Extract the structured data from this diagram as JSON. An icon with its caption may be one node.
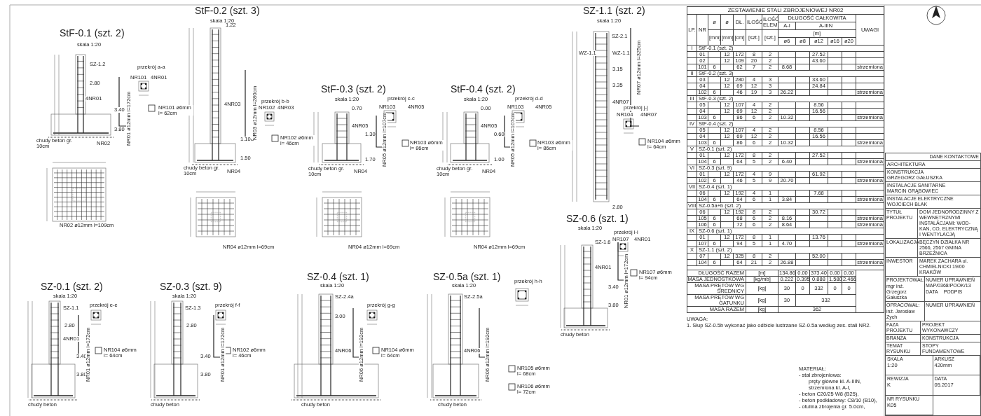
{
  "diagram": {
    "labels": [
      "StF-0.1 (szt. 2)",
      "skala 1:20",
      "SZ-1.2",
      "2.80",
      "4NR01",
      "3.40",
      "3.80",
      "NR02",
      "chudy beton gr. 10cm",
      "przekrój a-a",
      "NR101",
      "4NR01",
      "NR101 ø6mm l= 62cm",
      "NR01 ø12mm l=172cm",
      "NR02 ø12mm l=109cm",
      "StF-0.2 (szt. 3)",
      "skala 1:20",
      "1.22",
      "4NR03",
      "1.10",
      "1.50",
      "NR04",
      "chudy beton gr. 10cm",
      "przekrój b-b",
      "NR102",
      "4NR03",
      "NR102 ø6mm l= 46cm",
      "NR03 ø12mm l=280cm",
      "NR04 ø12mm l=69cm",
      "StF-0.3 (szt. 2)",
      "skala 1:20",
      "0.70",
      "4NR05",
      "1.30",
      "1.70",
      "NR04",
      "chudy beton gr. 10cm",
      "przekrój c-c",
      "NR103",
      "4NR05",
      "NR103 ø6mm l= 86cm",
      "NR05 ø12mm l=107cm",
      "NR04 ø12mm l=69cm",
      "StF-0.4 (szt. 2)",
      "skala 1:20",
      "0.00",
      "4NR05",
      "0.60",
      "1.00",
      "NR04",
      "chudy beton gr. 10cm",
      "przekrój d-d",
      "NR103",
      "4NR05",
      "NR103 ø6mm l= 86cm",
      "NR05 ø12mm l=107cm",
      "NR04 ø12mm l=69cm",
      "SZ-1.1 (szt. 2)",
      "skala 1:20",
      "SZ-2.1",
      "WZ-1.1",
      "WZ-1.1",
      "3.15",
      "3.35",
      "4NR07",
      "2.80",
      "NR07 ø12mm l=325cm",
      "przekrój j-j",
      "NR104",
      "4NR07",
      "NR104 ø6mm l= 64cm",
      "SZ-0.6 (szt. 1)",
      "skala 1:20",
      "SZ-1.6",
      "4NR01",
      "3.40",
      "3.80",
      "chudy beton",
      "przekrój i-i",
      "NR107",
      "4NR01",
      "NR107 ø6mm l= 94cm",
      "NR01 ø12mm l=172cm",
      "SZ-0.1 (szt. 2)",
      "skala 1:20",
      "SZ-1.1",
      "2.80",
      "4NR01",
      "3.40",
      "3.80",
      "chudy beton",
      "przekrój e-e",
      "NR104 ø6mm l= 64cm",
      "NR01 ø12mm l=172cm",
      "SZ-0.3 (szt. 9)",
      "skala 1:20",
      "SZ-1.3",
      "2.80",
      "3.40",
      "3.80",
      "chudy beton",
      "przekrój f-f",
      "NR102 ø6mm l= 46cm",
      "NR01 ø12mm l=172cm",
      "SZ-0.4 (szt. 1)",
      "skala 1:20",
      "SZ-2.4a",
      "3.00",
      "4NR06",
      "przekrój g-g",
      "NR104 ø6mm l= 64cm",
      "NR06 ø12mm l=192cm",
      "chudy beton",
      "SZ-0.5a (szt. 1)",
      "skala 1:20",
      "SZ-2.5a",
      "4NR06",
      "przekrój h-h",
      "NR105 ø6mm l= 68cm",
      "NR106 ø6mm l= 72cm",
      "NR06 ø12mm l=192cm",
      "chudy beton",
      "ZESTAWIENIE STALI ZBROJENIOWEJ NR02",
      "LP.",
      "NR",
      "ø",
      "ø",
      "DŁ.",
      "ILOŚĆ",
      "ILOŚĆ ELEM.",
      "DŁUGOŚĆ CAŁKOWITA",
      "UWAGI",
      "A-I",
      "A-IIIN",
      "[mm]",
      "[mm]",
      "[cm]",
      "[szt.]",
      "[szt.]",
      "[m]",
      "ø6",
      "ø8",
      "ø12",
      "ø16",
      "ø20",
      "I",
      "StF-0.1 (szt. 2)",
      "01",
      "12",
      "172",
      "8",
      "2",
      "27.52",
      "02",
      "12",
      "109",
      "20",
      "2",
      "43.60",
      "101",
      "6",
      "62",
      "7",
      "2",
      "8.68",
      "strzemiona",
      "II",
      "StF-0.2 (szt. 3)",
      "03",
      "12",
      "280",
      "4",
      "3",
      "33.60",
      "04",
      "12",
      "69",
      "12",
      "3",
      "24.84",
      "102",
      "6",
      "46",
      "19",
      "3",
      "26.22",
      "strzemiona",
      "III",
      "StF-0.3 (szt. 2)",
      "05",
      "12",
      "107",
      "4",
      "2",
      "8.56",
      "04",
      "12",
      "69",
      "12",
      "2",
      "16.56",
      "103",
      "6",
      "86",
      "6",
      "2",
      "10.32",
      "strzemiona",
      "IV",
      "StF-0.4 (szt. 2)",
      "05",
      "12",
      "107",
      "4",
      "2",
      "8.56",
      "04",
      "12",
      "69",
      "12",
      "2",
      "16.56",
      "103",
      "6",
      "86",
      "6",
      "2",
      "10.32",
      "strzemiona",
      "V",
      "SZ-0.1 (szt. 2)",
      "01",
      "12",
      "172",
      "8",
      "2",
      "27.52",
      "104",
      "6",
      "64",
      "5",
      "2",
      "6.40",
      "strzemiona",
      "VI",
      "SZ-0.3 (szt. 9)",
      "01",
      "12",
      "172",
      "4",
      "9",
      "61.92",
      "102",
      "6",
      "46",
      "5",
      "9",
      "20.70",
      "strzemiona",
      "VII",
      "SZ-0.4 (szt. 1)",
      "06",
      "12",
      "192",
      "4",
      "1",
      "7.68",
      "104",
      "6",
      "64",
      "6",
      "1",
      "3.84",
      "strzemiona",
      "VIII",
      "SZ-0.5a+b (szt. 2)",
      "06",
      "12",
      "192",
      "8",
      "2",
      "30.72",
      "105",
      "6",
      "68",
      "6",
      "2",
      "8.16",
      "strzemiona",
      "106",
      "6",
      "72",
      "6",
      "2",
      "8.64",
      "strzemiona",
      "IX",
      "SZ-0.6 (szt. 1)",
      "01",
      "12",
      "172",
      "8",
      "1",
      "13.76",
      "107",
      "6",
      "94",
      "5",
      "1",
      "4.70",
      "strzemiona",
      "X",
      "SZ-1.1 (szt. 2)",
      "07",
      "12",
      "325",
      "8",
      "2",
      "52.00",
      "104",
      "6",
      "64",
      "21",
      "2",
      "26.88",
      "strzemiona",
      "DŁUGOŚĆ RAZEM",
      "[m]",
      "134.86",
      "0.00",
      "373.40",
      "0.00",
      "0.00",
      "MASA JEDNOSTKOWA",
      "[kg/mb]",
      "0.222",
      "0.395",
      "0.888",
      "1.580",
      "2.466",
      "MASA PRĘTÓW WG ŚREDNICY",
      "[kg]",
      "30",
      "0",
      "332",
      "0",
      "0",
      "MASA PRĘTÓW WG GATUNKU",
      "[kg]",
      "30",
      "332",
      "MASA RAZEM",
      "[kg]",
      "362",
      "UWAGA:",
      "1. Słup SZ-0.5b wykonać jako odbicie lustrzane SZ-0.5a według zes. stali NR2.",
      "MATERIAŁ:",
      "- stal zbrojeniowa:",
      "pręty główne kl. A-IIIN,",
      "strzemiona kl. A-I,",
      "- beton C20/25 W8 (B25),",
      "- beton podkładowy: C8/10 (B10),",
      "- otulina zbrojenia gr. 5.0cm,",
      "DANE KONTAKTOWE",
      "ARCHITEKTURA",
      "KONSTRUKCJA",
      "GRZEGORZ GAŁUSZKA",
      "INSTALACJE SANITARNE",
      "MARCIN GRĄBOWIEC",
      "INSTALACJE ELEKTRYCZNE",
      "WOJCIECH BLAK",
      "TYTUŁ PROJEKTU",
      "DOM JEDNORODZINNY Z WEWNĘTRZNYMI INSTALACJAMI: WOD-KAN, CO, ELEKTRYCZNĄ I WENTYLACJĄ",
      "LOKALIZACJA",
      "BĘCZYN DZIAŁKA NR 2566, 2567 GMINA BRZEŹNICA",
      "INWESTOR",
      "MAREK ZACHARA ul. CHMIELNICKI 19/00 KRAKÓW",
      "PROJEKTOWAŁ:",
      "mgr inż. Grzegorz Gałuszka",
      "NUMER UPRAWNIEŃ",
      "MAP/0368/POOK/13",
      "DATA",
      "PODPIS",
      "OPRACOWAŁ:",
      "NUMER UPRAWNIEŃ",
      "inż. Jarosław Zych",
      "FAZA PROJEKTU",
      "PROJEKT WYKONAWCZY",
      "BRANŻA",
      "KONSTRUKCJA",
      "TEMAT RYSUNKU",
      "STOPY FUNDAMENTOWE",
      "SKALA",
      "ARKUSZ",
      "REWIZJA",
      "DATA",
      "NR RYSUNKU",
      "1:20",
      "420mm",
      "K",
      "05.2017",
      "K05"
    ]
  }
}
